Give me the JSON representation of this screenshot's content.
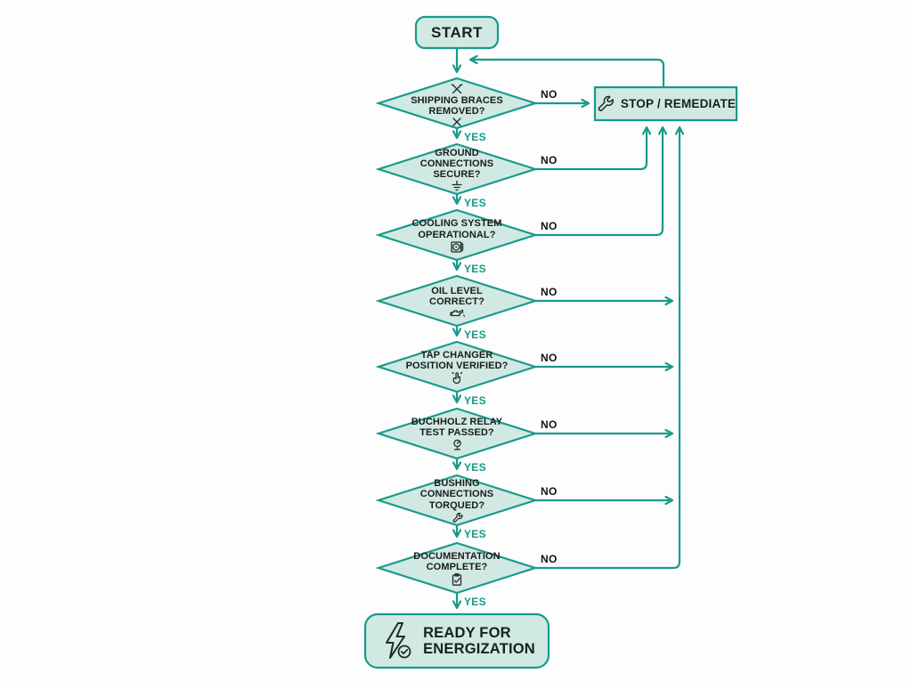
{
  "flowchart": {
    "title_implicit": "Transformer pre-energization checklist",
    "start": {
      "label": "START"
    },
    "decisions": [
      {
        "id": "shipping-braces",
        "lines": [
          "SHIPPING BRACES",
          "REMOVED?"
        ],
        "icon_top": "crossed-tools",
        "icon_bottom": "x-mark",
        "yes": "YES",
        "no": "NO"
      },
      {
        "id": "ground-connections",
        "lines": [
          "GROUND",
          "CONNECTIONS",
          "SECURE?"
        ],
        "icon_bottom": "ground-symbol",
        "yes": "YES",
        "no": "NO"
      },
      {
        "id": "cooling-system",
        "lines": [
          "COOLING SYSTEM",
          "OPERATIONAL?"
        ],
        "icon_bottom": "fan",
        "yes": "YES",
        "no": "NO"
      },
      {
        "id": "oil-level",
        "lines": [
          "OIL LEVEL",
          "CORRECT?"
        ],
        "icon_bottom": "oil-can",
        "yes": "YES",
        "no": "NO"
      },
      {
        "id": "tap-changer",
        "lines": [
          "TAP CHANGER",
          "POSITION VERIFIED?"
        ],
        "icon_bottom": "hand-tap",
        "yes": "YES",
        "no": "NO"
      },
      {
        "id": "buchholz-relay",
        "lines": [
          "BUCHHOLZ RELAY",
          "TEST PASSED?"
        ],
        "icon_bottom": "relay-gauge",
        "yes": "YES",
        "no": "NO"
      },
      {
        "id": "bushing-connections",
        "lines": [
          "BUSHING",
          "CONNECTIONS",
          "TORQUED?"
        ],
        "icon_bottom": "wrench",
        "yes": "YES",
        "no": "NO"
      },
      {
        "id": "documentation",
        "lines": [
          "DOCUMENTATION",
          "COMPLETE?"
        ],
        "icon_bottom": "clipboard-check",
        "yes": "YES",
        "no": "NO"
      }
    ],
    "stop": {
      "label": "STOP / REMEDIATE",
      "icon": "wrench"
    },
    "end": {
      "lines": [
        "READY FOR",
        "ENERGIZATION"
      ],
      "icon": "bolt-check"
    },
    "colors": {
      "line": "#189a8a",
      "node_fill": "#d0e9e3",
      "text": "#1c1c1c",
      "yes_label": "#149a86",
      "no_label": "#121212",
      "background": "#fdfdfd"
    }
  }
}
